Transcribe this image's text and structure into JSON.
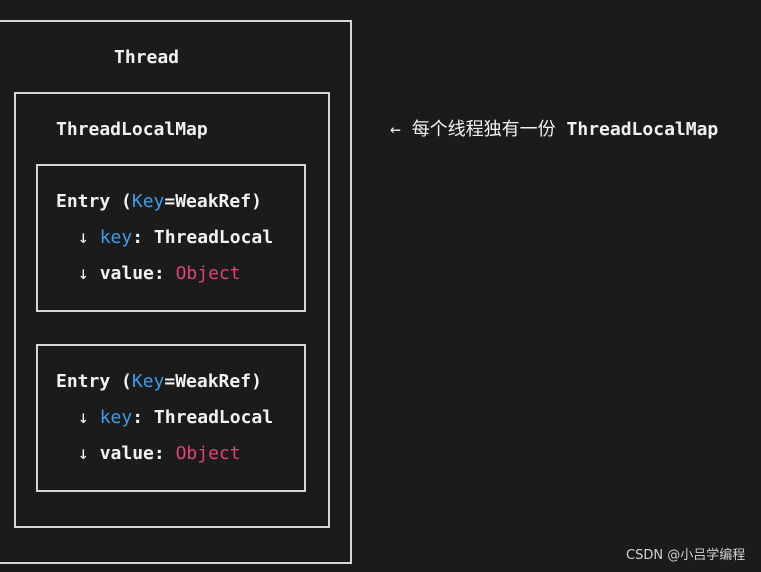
{
  "thread": {
    "title": "Thread"
  },
  "map": {
    "title": "ThreadLocalMap"
  },
  "entries": [
    {
      "head_prefix": "Entry (",
      "head_key": "Key",
      "head_suffix": "=WeakRef)",
      "key_arrow": "↓",
      "key_label": "key",
      "key_colon": ":",
      "key_value": "ThreadLocal",
      "value_arrow": "↓",
      "value_label": "value:",
      "value_value": "Object"
    },
    {
      "head_prefix": "Entry (",
      "head_key": "Key",
      "head_suffix": "=WeakRef)",
      "key_arrow": "↓",
      "key_label": "key",
      "key_colon": ":",
      "key_value": "ThreadLocal",
      "value_arrow": "↓",
      "value_label": "value:",
      "value_value": "Object"
    }
  ],
  "annotation": {
    "arrow": "←",
    "text_zh": "每个线程独有一份",
    "text_code": "ThreadLocalMap"
  },
  "watermark": {
    "text": "CSDN @小吕学编程"
  },
  "colors": {
    "background": "#1b1b1b",
    "border": "#d6d6d6",
    "text": "#f2f2f2",
    "key": "#3d9be9",
    "object": "#e0427b"
  }
}
